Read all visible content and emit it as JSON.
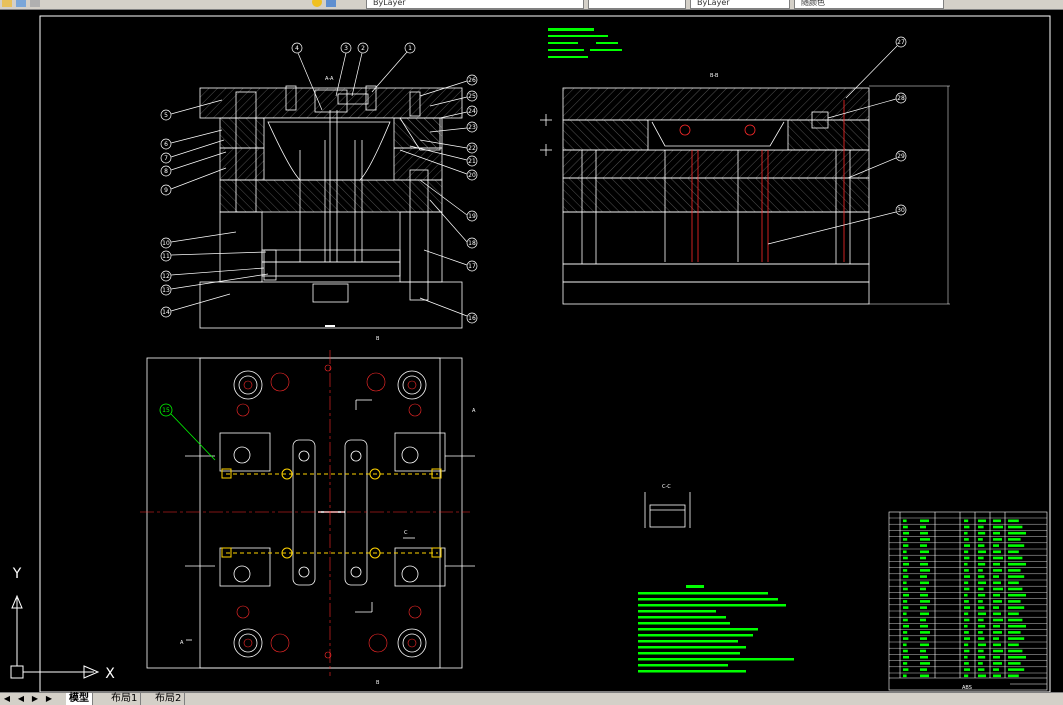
{
  "toolbar": {
    "fields": [
      {
        "name": "layer-dropdown",
        "value": "ByLayer"
      },
      {
        "name": "style-field",
        "value": ""
      },
      {
        "name": "linetype-dropdown",
        "value": "ByLayer"
      },
      {
        "name": "color-dropdown",
        "value": "随颜色"
      }
    ]
  },
  "ucs": {
    "x_label": "X",
    "y_label": "Y"
  },
  "tabs": {
    "model": "模型",
    "layout1": "布局1",
    "layout2": "布局2"
  },
  "drawing": {
    "front_section_title": "A-A",
    "side_section_title": "B-B",
    "detail_title": "C-C",
    "plan_marks": [
      "B",
      "A",
      "A",
      "C",
      "B"
    ],
    "callouts_left": [
      "5",
      "6",
      "7",
      "8",
      "9",
      "10",
      "11",
      "12",
      "13",
      "14"
    ],
    "callouts_top": [
      "4",
      "3",
      "2",
      "1"
    ],
    "callouts_right": [
      "26",
      "25",
      "24",
      "23",
      "22",
      "21",
      "20",
      "19",
      "18",
      "17",
      "16"
    ],
    "callouts_side": [
      "27",
      "28",
      "29",
      "30"
    ],
    "callout_plan": "15",
    "title_block_code": "ABS"
  },
  "colors": {
    "line": "#ffffff",
    "accent_red": "#ff2a2a",
    "accent_yellow": "#ffd400",
    "text_green": "#00ff00",
    "background": "#000000"
  }
}
